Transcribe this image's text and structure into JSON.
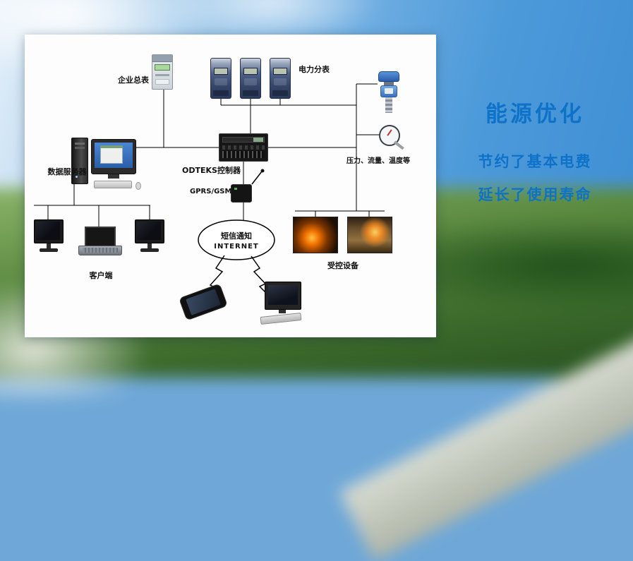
{
  "right_panel": {
    "title": "能源优化",
    "lines": [
      "节约了基本电费",
      "延长了使用寿命"
    ]
  },
  "diagram": {
    "labels": {
      "enterprise_meter": "企业总表",
      "power_submeter": "电力分表",
      "sensors": "压力、流量、温度等",
      "controller": "ODTEKS控制器",
      "data_server": "数据服务器",
      "gprs": "GPRS/GSM",
      "clients": "客户端",
      "controlled_equipment": "受控设备"
    },
    "cloud": {
      "line1": "短信通知",
      "line2": "INTERNET"
    }
  },
  "colors": {
    "accent_blue": "#0d72c8"
  }
}
